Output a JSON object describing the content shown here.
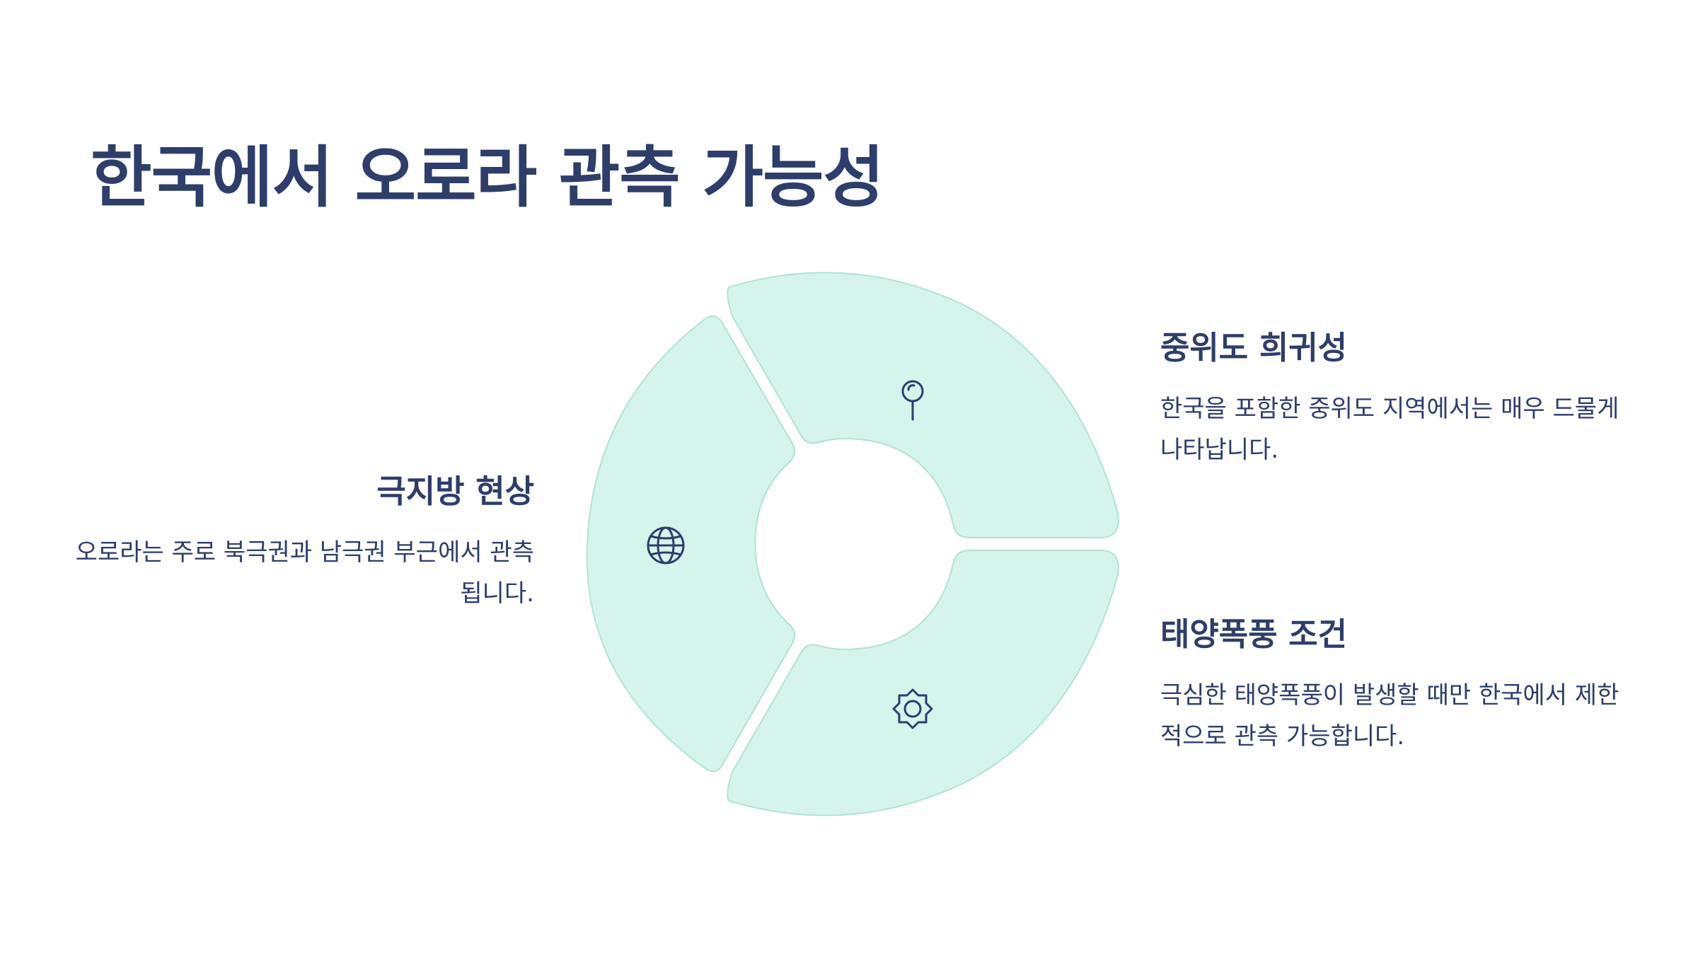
{
  "title": "한국에서 오로라 관측 가능성",
  "colors": {
    "text": "#2e3d6b",
    "segment_fill": "#d4f4ec",
    "segment_stroke": "#b4e2d3",
    "background": "#ffffff"
  },
  "items": [
    {
      "heading": "극지방 현상",
      "description": "오로라는 주로 북극권과 남극권 부근에서 관측됩니다.",
      "icon": "globe-icon"
    },
    {
      "heading": "중위도 희귀성",
      "description": "한국을 포함한 중위도 지역에서는 매우 드물게 나타납니다.",
      "icon": "pin-icon"
    },
    {
      "heading": "태양폭풍 조건",
      "description": "극심한 태양폭풍이 발생할 때만 한국에서 제한적으로 관측 가능합니다.",
      "icon": "sun-icon"
    }
  ]
}
